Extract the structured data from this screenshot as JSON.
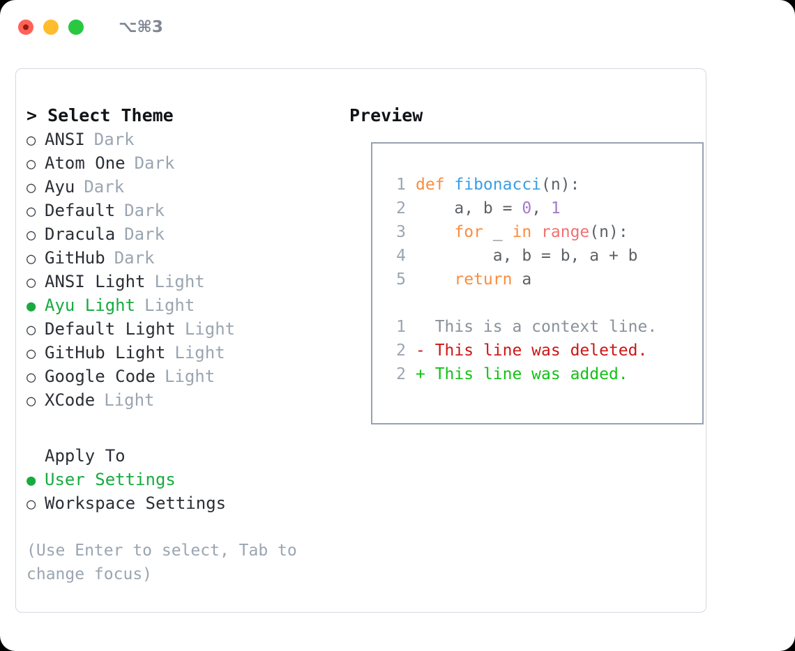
{
  "window": {
    "shortcut": "⌥⌘3",
    "traffic_lights": [
      "close",
      "minimize",
      "zoom"
    ]
  },
  "left_pane": {
    "title": "> Select Theme",
    "themes": [
      {
        "bullet": "○",
        "label": "ANSI",
        "suffix": "Dark",
        "selected": false
      },
      {
        "bullet": "○",
        "label": "Atom One",
        "suffix": "Dark",
        "selected": false
      },
      {
        "bullet": "○",
        "label": "Ayu",
        "suffix": "Dark",
        "selected": false
      },
      {
        "bullet": "○",
        "label": "Default",
        "suffix": "Dark",
        "selected": false
      },
      {
        "bullet": "○",
        "label": "Dracula",
        "suffix": "Dark",
        "selected": false
      },
      {
        "bullet": "○",
        "label": "GitHub",
        "suffix": "Dark",
        "selected": false
      },
      {
        "bullet": "○",
        "label": "ANSI Light",
        "suffix": "Light",
        "selected": false
      },
      {
        "bullet": "●",
        "label": "Ayu Light",
        "suffix": "Light",
        "selected": true
      },
      {
        "bullet": "○",
        "label": "Default Light",
        "suffix": "Light",
        "selected": false
      },
      {
        "bullet": "○",
        "label": "GitHub Light",
        "suffix": "Light",
        "selected": false
      },
      {
        "bullet": "○",
        "label": "Google Code",
        "suffix": "Light",
        "selected": false
      },
      {
        "bullet": "○",
        "label": "XCode",
        "suffix": "Light",
        "selected": false
      }
    ],
    "apply_to": {
      "heading": "Apply To",
      "options": [
        {
          "bullet": "●",
          "label": "User Settings",
          "selected": true
        },
        {
          "bullet": "○",
          "label": "Workspace Settings",
          "selected": false
        }
      ]
    },
    "hint": "(Use Enter to select, Tab to change focus)"
  },
  "right_pane": {
    "title": "Preview",
    "code_lines": [
      {
        "no": "1",
        "tokens": [
          {
            "t": "def ",
            "c": "kw"
          },
          {
            "t": "fibonacci",
            "c": "fn"
          },
          {
            "t": "(n):",
            "c": "plain"
          }
        ]
      },
      {
        "no": "2",
        "tokens": [
          {
            "t": "    a, b = ",
            "c": "plain"
          },
          {
            "t": "0",
            "c": "num"
          },
          {
            "t": ", ",
            "c": "plain"
          },
          {
            "t": "1",
            "c": "num"
          }
        ]
      },
      {
        "no": "3",
        "tokens": [
          {
            "t": "    ",
            "c": "plain"
          },
          {
            "t": "for",
            "c": "kw"
          },
          {
            "t": " _ ",
            "c": "plain"
          },
          {
            "t": "in",
            "c": "kw"
          },
          {
            "t": " ",
            "c": "plain"
          },
          {
            "t": "range",
            "c": "call"
          },
          {
            "t": "(n):",
            "c": "plain"
          }
        ]
      },
      {
        "no": "4",
        "tokens": [
          {
            "t": "        a, b = b, a + b",
            "c": "plain"
          }
        ]
      },
      {
        "no": "5",
        "tokens": [
          {
            "t": "    ",
            "c": "plain"
          },
          {
            "t": "return",
            "c": "kw"
          },
          {
            "t": " a",
            "c": "plain"
          }
        ]
      }
    ],
    "diff_lines": [
      {
        "no": "1",
        "marker": " ",
        "text": "  This is a context line.",
        "kind": "ctx"
      },
      {
        "no": "2",
        "marker": "-",
        "text": " This line was deleted.",
        "kind": "del"
      },
      {
        "no": "2",
        "marker": "+",
        "text": " This line was added.",
        "kind": "add"
      }
    ]
  },
  "colors": {
    "keyword": "#fa8d3e",
    "function": "#399ee6",
    "number": "#a37acc",
    "builtin": "#f07171",
    "plain": "#5c6166",
    "line_number": "#9aa5b1",
    "selected_green": "#17ab3f",
    "diff_added": "#13c116",
    "diff_deleted": "#cc1616",
    "diff_context": "#8a9199",
    "muted": "#9aa5b1",
    "border": "#95a2b0",
    "card_border": "#d3d8de"
  }
}
